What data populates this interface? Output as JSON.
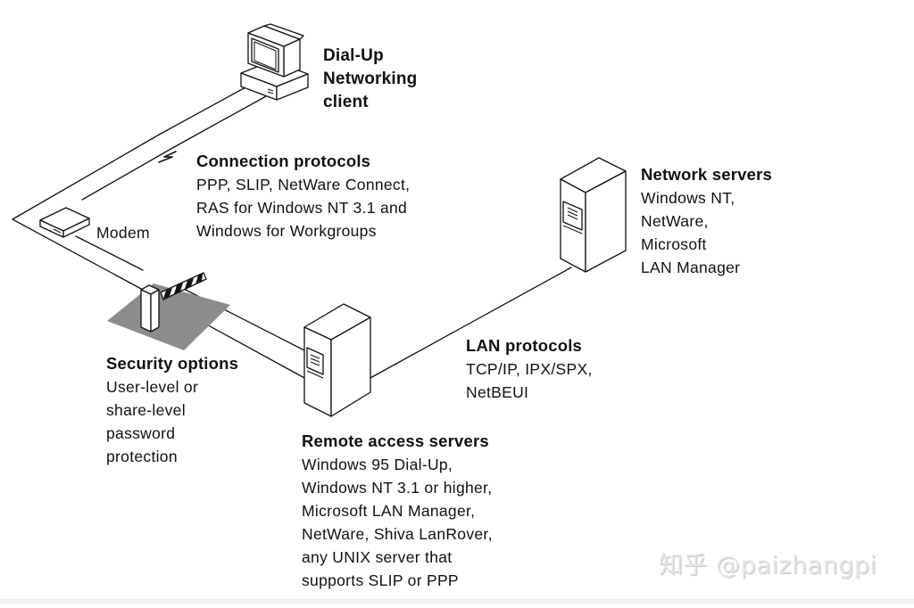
{
  "diagram": {
    "type": "network-topology",
    "nodes": [
      {
        "id": "client",
        "icon": "desktop-computer-icon",
        "title": "Dial-Up Networking client",
        "lines": []
      },
      {
        "id": "modem",
        "icon": "modem-icon",
        "title": "Modem",
        "lines": []
      },
      {
        "id": "security",
        "icon": "security-gate-icon",
        "title": "Security options",
        "lines": [
          "User-level or",
          "share-level",
          "password",
          "protection"
        ]
      },
      {
        "id": "remote",
        "icon": "tower-server-icon",
        "title": "Remote access servers",
        "lines": [
          "Windows 95 Dial-Up,",
          "Windows NT 3.1 or higher,",
          "Microsoft LAN Manager,",
          "NetWare, Shiva LanRover,",
          "any UNIX server that",
          "supports SLIP or PPP"
        ]
      },
      {
        "id": "network",
        "icon": "tower-server-icon",
        "title": "Network servers",
        "lines": [
          "Windows NT,",
          "NetWare,",
          "Microsoft",
          "LAN Manager"
        ]
      }
    ],
    "edges": [
      {
        "from": "client",
        "to": "modem",
        "kind": "phone-line",
        "label": "Connection protocols"
      },
      {
        "from": "modem",
        "to": "remote",
        "kind": "phone-line",
        "via": "security"
      },
      {
        "from": "remote",
        "to": "network",
        "kind": "lan",
        "label": "LAN protocols"
      }
    ]
  },
  "labels": {
    "client": {
      "title_lines": [
        "Dial-Up",
        "Networking",
        "client"
      ]
    },
    "connection": {
      "title": "Connection protocols",
      "lines": [
        "PPP, SLIP, NetWare Connect,",
        "RAS for Windows NT 3.1 and",
        "Windows for Workgroups"
      ]
    },
    "modem": {
      "title": "Modem"
    },
    "network": {
      "title": "Network servers",
      "lines": [
        "Windows NT,",
        "NetWare,",
        "Microsoft",
        "LAN Manager"
      ]
    },
    "lan": {
      "title": "LAN protocols",
      "lines": [
        "TCP/IP, IPX/SPX,",
        "NetBEUI"
      ]
    },
    "security": {
      "title": "Security options",
      "lines": [
        "User-level or",
        "share-level",
        "password",
        "protection"
      ]
    },
    "remote": {
      "title": "Remote access servers",
      "lines": [
        "Windows 95 Dial-Up,",
        "Windows NT 3.1 or higher,",
        "Microsoft LAN Manager,",
        "NetWare, Shiva LanRover,",
        "any UNIX server that",
        "supports SLIP or PPP"
      ]
    }
  },
  "watermark": "知乎 @paizhangpi",
  "colors": {
    "ink": "#111111",
    "shadow": "#8c8c8c",
    "watermark": "#e6e6e6"
  }
}
